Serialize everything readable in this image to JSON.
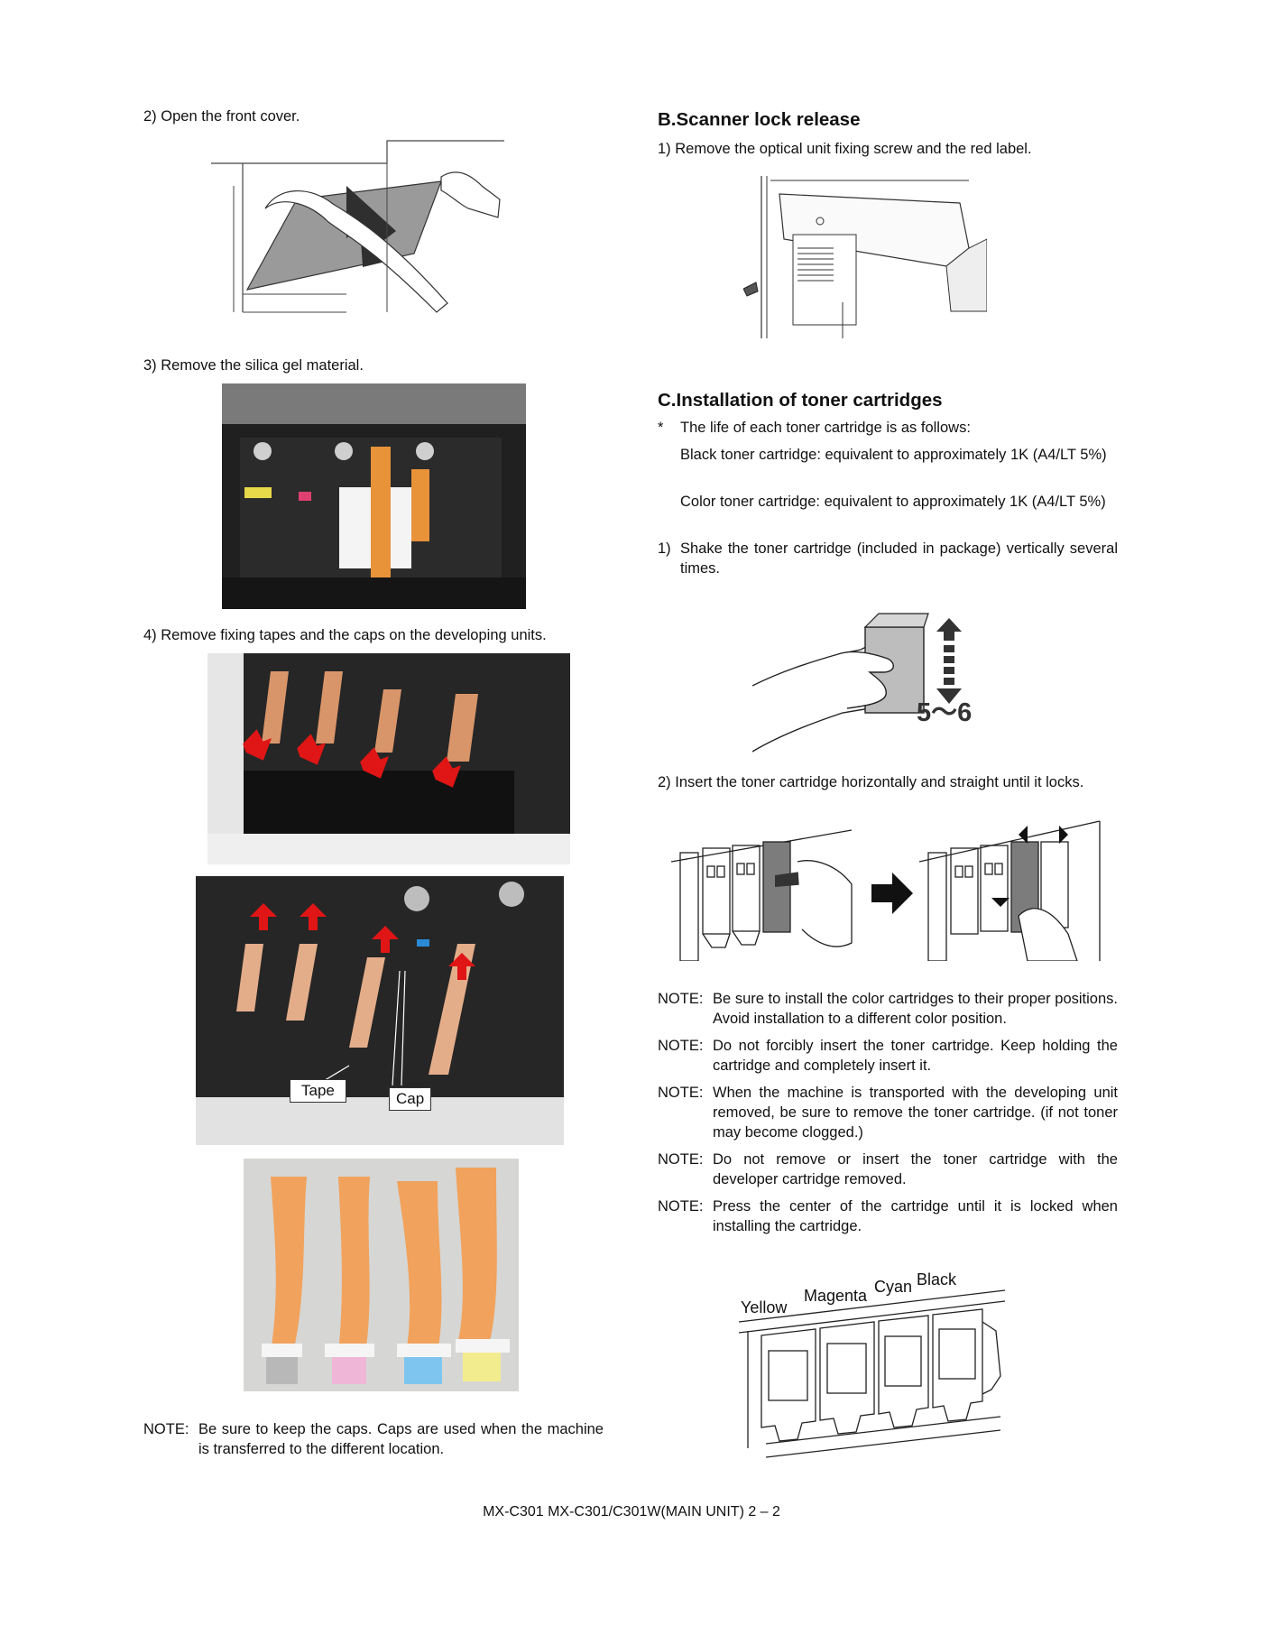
{
  "left": {
    "step2": "2)  Open the front cover.",
    "step3": "3)  Remove the silica gel material.",
    "step4": "4)  Remove fixing tapes and the caps on the developing units.",
    "callout_tape": "Tape",
    "callout_cap": "Cap",
    "note_label": "NOTE:",
    "note_text": "Be sure to keep the caps. Caps are used when the machine is transferred to the different location."
  },
  "right": {
    "section_b_title": "B.Scanner lock release",
    "b_step1": "1)  Remove the optical unit fixing screw and the red label.",
    "section_c_title": "C.Installation of toner cartridges",
    "life_bullet": "*",
    "life_intro": "The life of each toner cartridge is as follows:",
    "life_black": "Black toner cartridge: equivalent to approximately 1K (A4/LT 5%)",
    "life_color": "Color toner cartridge: equivalent to approximately 1K (A4/LT 5%)",
    "c_step1_num": "1)",
    "c_step1_text": "Shake the toner cartridge (included in package) vertically several times.",
    "shake_count": "5～6",
    "c_step2": "2)  Insert the toner cartridge horizontally and straight until it locks.",
    "notes": [
      {
        "label": "NOTE:",
        "text": "Be sure to install the color cartridges to their proper positions. Avoid installation to a different color position."
      },
      {
        "label": "NOTE:",
        "text": "Do not forcibly insert the toner cartridge. Keep holding the cartridge and completely insert it."
      },
      {
        "label": "NOTE:",
        "text": "When the machine is transported with the developing unit removed, be sure to remove the toner cartridge. (if not toner may become clogged.)"
      },
      {
        "label": "NOTE:",
        "text": "Do not remove or insert the toner cartridge with the developer cartridge removed."
      },
      {
        "label": "NOTE:",
        "text": "Press the center of the cartridge until it is locked when installing the cartridge."
      }
    ],
    "color_labels": {
      "yellow": "Yellow",
      "magenta": "Magenta",
      "cyan": "Cyan",
      "black": "Black"
    }
  },
  "footer": "MX-C301  MX-C301/C301W(MAIN UNIT)  2 – 2"
}
